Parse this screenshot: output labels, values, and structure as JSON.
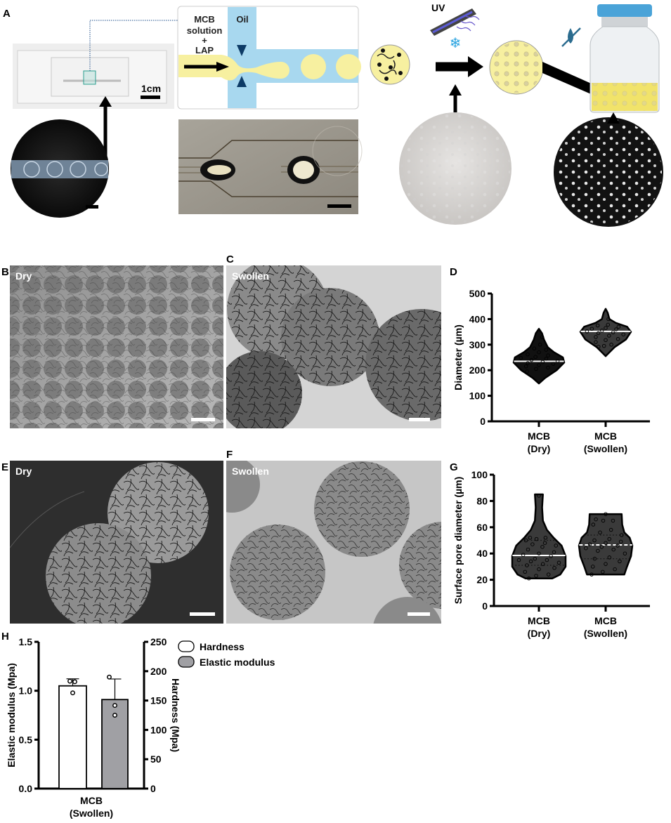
{
  "panels": {
    "A": {
      "label": "A",
      "scale_chip": "1cm",
      "diagram": {
        "inlet_line1": "MCB",
        "inlet_line2": "solution",
        "inlet_line3": "+",
        "inlet_line4": "LAP",
        "oil": "Oil"
      },
      "uv": "UV",
      "colors": {
        "droplet": "#f7f0a0",
        "oil": "#a8d8ef",
        "accent": "#2a9d8f"
      }
    },
    "B": {
      "label": "B",
      "caption": "Dry"
    },
    "C": {
      "label": "C",
      "caption": "Swollen"
    },
    "D": {
      "label": "D"
    },
    "E": {
      "label": "E",
      "caption": "Dry"
    },
    "F": {
      "label": "F",
      "caption": "Swollen"
    },
    "G": {
      "label": "G"
    },
    "H": {
      "label": "H"
    }
  },
  "chart_data": [
    {
      "id": "D",
      "type": "violin",
      "ylabel": "Diameter (µm)",
      "ylim": [
        0,
        500
      ],
      "yticks": [
        "0",
        "100",
        "200",
        "300",
        "400",
        "500"
      ],
      "categories": [
        {
          "line1": "MCB",
          "line2": "(Dry)"
        },
        {
          "line1": "MCB",
          "line2": "(Swollen)"
        }
      ],
      "series": [
        {
          "name": "MCB (Dry)",
          "median": 235,
          "min": 148,
          "max": 362,
          "color": "#111111",
          "profile": [
            [
              148,
              0.0
            ],
            [
              170,
              0.25
            ],
            [
              200,
              0.7
            ],
            [
              230,
              1.0
            ],
            [
              250,
              0.95
            ],
            [
              270,
              0.6
            ],
            [
              290,
              0.35
            ],
            [
              320,
              0.2
            ],
            [
              345,
              0.12
            ],
            [
              362,
              0.0
            ]
          ],
          "points": [
            195,
            205,
            210,
            215,
            220,
            225,
            228,
            232,
            236,
            240,
            245,
            248,
            252,
            258,
            262,
            270,
            280,
            285,
            300,
            330
          ]
        },
        {
          "name": "MCB (Swollen)",
          "median": 352,
          "min": 255,
          "max": 440,
          "color": "#3a3a3a",
          "profile": [
            [
              255,
              0.0
            ],
            [
              265,
              0.1
            ],
            [
              290,
              0.35
            ],
            [
              320,
              0.8
            ],
            [
              350,
              1.0
            ],
            [
              370,
              0.85
            ],
            [
              385,
              0.4
            ],
            [
              400,
              0.15
            ],
            [
              425,
              0.08
            ],
            [
              440,
              0.0
            ]
          ],
          "points": [
            292,
            295,
            300,
            310,
            318,
            322,
            330,
            335,
            340,
            345,
            348,
            352,
            355,
            360,
            362,
            365,
            370,
            375,
            378,
            400
          ]
        }
      ]
    },
    {
      "id": "G",
      "type": "violin",
      "ylabel": "Surface pore diameter (µm)",
      "ylim": [
        0,
        100
      ],
      "yticks": [
        "0",
        "20",
        "40",
        "60",
        "80",
        "100"
      ],
      "categories": [
        {
          "line1": "MCB",
          "line2": "(Dry)"
        },
        {
          "line1": "MCB",
          "line2": "(Swollen)"
        }
      ],
      "series": [
        {
          "name": "MCB (Dry)",
          "median": 38.5,
          "q1": 31,
          "q3": 50,
          "min": 21,
          "max": 85,
          "color": "#3a3a3a",
          "profile": [
            [
              21,
              0.5
            ],
            [
              24,
              0.8
            ],
            [
              30,
              1.0
            ],
            [
              38,
              1.0
            ],
            [
              46,
              0.85
            ],
            [
              52,
              0.55
            ],
            [
              58,
              0.3
            ],
            [
              65,
              0.15
            ],
            [
              75,
              0.12
            ],
            [
              85,
              0.15
            ]
          ],
          "points": [
            21,
            23,
            24,
            26,
            28,
            29,
            31,
            32,
            33,
            34,
            35,
            35,
            36,
            38,
            39,
            40,
            41,
            43,
            45,
            46,
            47,
            48,
            50,
            51,
            52,
            52,
            84
          ]
        },
        {
          "name": "MCB (Swollen)",
          "median": 46.5,
          "q1": 36,
          "q3": 54,
          "min": 24,
          "max": 70,
          "color": "#3a3a3a",
          "profile": [
            [
              24,
              0.7
            ],
            [
              30,
              0.8
            ],
            [
              38,
              0.95
            ],
            [
              46,
              1.0
            ],
            [
              52,
              0.9
            ],
            [
              56,
              0.7
            ],
            [
              62,
              0.62
            ],
            [
              70,
              0.6
            ]
          ],
          "points": [
            24,
            26,
            28,
            30,
            32,
            34,
            36,
            37,
            40,
            42,
            43,
            44,
            45,
            46,
            47,
            48,
            49,
            50,
            51,
            54,
            56,
            58,
            62,
            65,
            65,
            66,
            70
          ]
        }
      ]
    },
    {
      "id": "H",
      "type": "bar",
      "ylabel_left": "Elastic modulus (Mpa)",
      "ylabel_right": "Hardness (Mpa)",
      "ylim_left": [
        0,
        1.5
      ],
      "ylim_right": [
        0,
        250
      ],
      "yticks_left": [
        "0.0",
        "0.5",
        "1.0",
        "1.5"
      ],
      "yticks_right": [
        "0",
        "50",
        "100",
        "150",
        "200",
        "250"
      ],
      "category": {
        "line1": "MCB",
        "line2": "(Swollen)"
      },
      "legend": [
        {
          "name": "Hardness",
          "color": "#ffffff"
        },
        {
          "name": "Elastic modulus",
          "color": "#a0a0a4"
        }
      ],
      "legend_position": "top-right",
      "series": [
        {
          "name": "Hardness",
          "axis": "right",
          "value": 175,
          "error_top": 187,
          "points": [
            183,
            182,
            163
          ],
          "color": "#ffffff"
        },
        {
          "name": "Elastic modulus",
          "axis": "left",
          "value": 0.91,
          "error_top": 1.12,
          "points": [
            1.14,
            0.85,
            0.75
          ],
          "color": "#a0a0a4"
        }
      ]
    }
  ]
}
